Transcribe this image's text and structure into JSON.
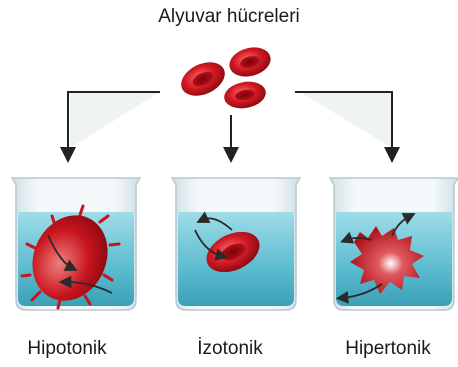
{
  "title": "Alyuvar hücreleri",
  "beakers": [
    {
      "label": "Hipotonik"
    },
    {
      "label": "İzotonik"
    },
    {
      "label": "Hipertonik"
    }
  ],
  "colors": {
    "cell": "#c8141e",
    "cell_dark": "#8c0a10",
    "water": "#6cc6d8",
    "water_dark": "#3aa0b6",
    "glass": "#e6eef2",
    "arrow": "#222222"
  }
}
